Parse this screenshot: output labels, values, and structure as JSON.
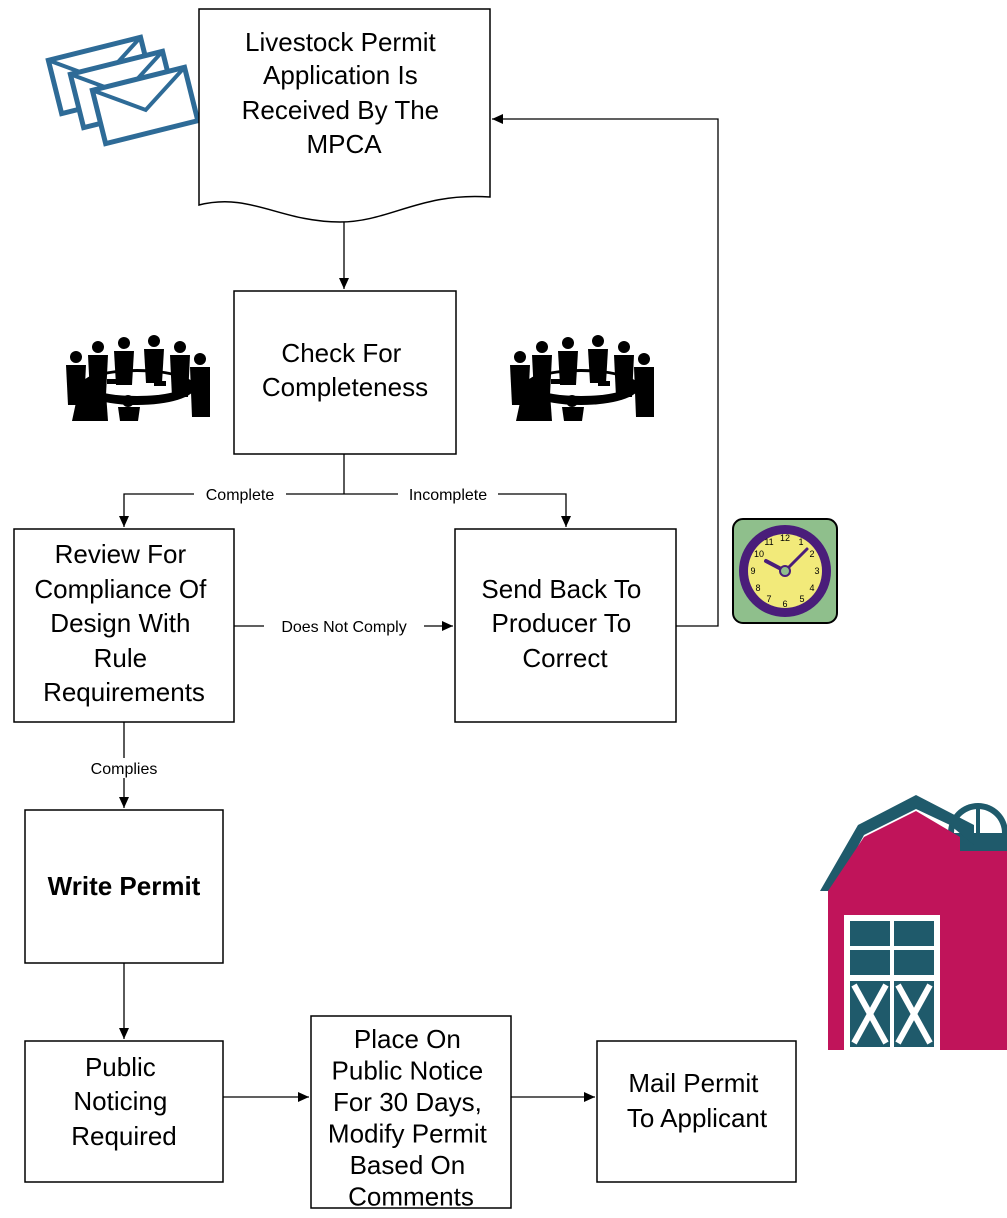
{
  "diagram": {
    "nodes": {
      "received": {
        "lines": [
          "Livestock Permit",
          "Application Is",
          "Received By The",
          "MPCA"
        ]
      },
      "check": {
        "lines": [
          "Check For",
          "Completeness"
        ]
      },
      "review": {
        "lines": [
          "Review For",
          "Compliance Of",
          "Design With",
          "Rule",
          "Requirements"
        ]
      },
      "send_back": {
        "lines": [
          "Send Back To",
          "Producer To",
          "Correct"
        ]
      },
      "write": {
        "lines": [
          "Write Permit"
        ]
      },
      "public_noticing": {
        "lines": [
          "Public",
          "Noticing",
          "Required"
        ]
      },
      "place_notice": {
        "lines": [
          "Place On",
          "Public Notice",
          "For 30 Days,",
          "Modify Permit",
          "Based On",
          "Comments"
        ]
      },
      "mail": {
        "lines": [
          "Mail Permit",
          "To Applicant"
        ]
      }
    },
    "edge_labels": {
      "complete": "Complete",
      "incomplete": "Incomplete",
      "does_not_comply": "Does Not Comply",
      "complies": "Complies"
    },
    "icons": [
      "envelopes-icon",
      "meeting-left-icon",
      "meeting-right-icon",
      "clock-icon",
      "barn-icon"
    ],
    "colors": {
      "envelope": "#2e6b97",
      "clock_frame": "#4a1d7a",
      "clock_face": "#f2ea7a",
      "clock_bg": "#8fbf8c",
      "barn": "#c0145a",
      "barn_trim": "#1f5a6b"
    }
  }
}
